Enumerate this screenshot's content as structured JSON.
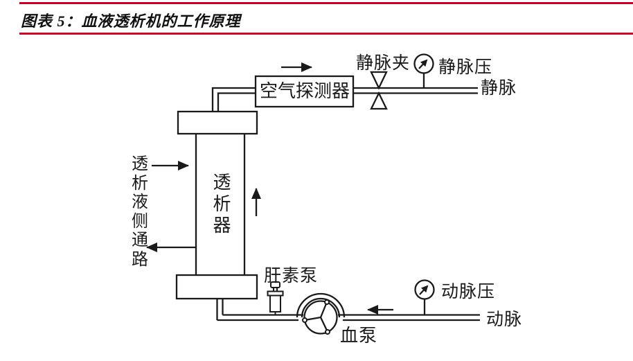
{
  "title": {
    "text": "图表 5：血液透析机的工作原理"
  },
  "colors": {
    "accent_red": "#b4082f",
    "ink": "#1a1a1a",
    "background": "#ffffff"
  },
  "diagram": {
    "labels": {
      "air_detector": "空气探测器",
      "venous_clamp": "静脉夹",
      "venous_pressure": "静脉压",
      "vein": "静脉",
      "dialysate_side_path": "透析液侧通路",
      "dialyzer": "透析器",
      "heparin_pump": "肝素泵",
      "blood_pump": "血泵",
      "arterial_pressure": "动脉压",
      "artery": "动脉"
    }
  }
}
